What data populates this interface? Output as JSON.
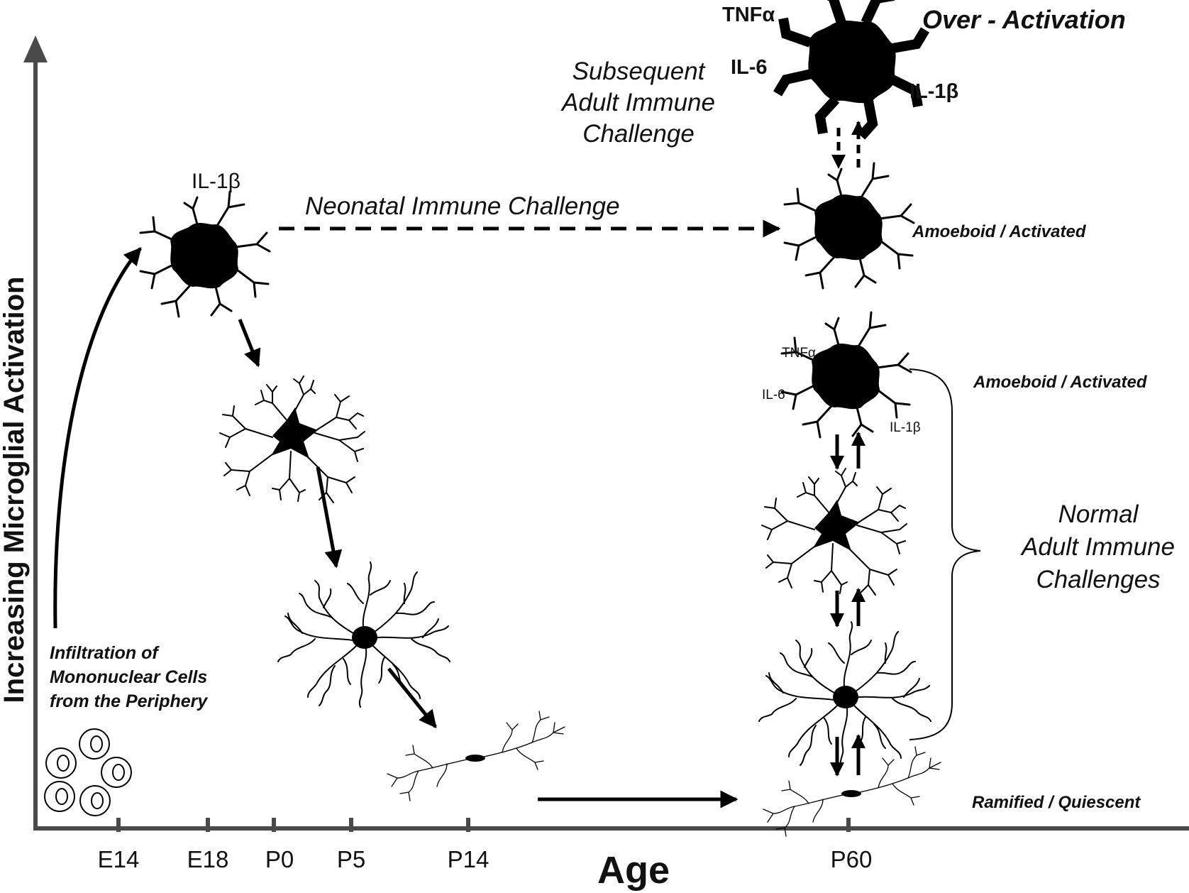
{
  "axes": {
    "y_label": "Increasing Microglial Activation",
    "x_label": "Age",
    "ticks": [
      "E14",
      "E18",
      "P0",
      "P5",
      "P14",
      "P60"
    ]
  },
  "annotations": {
    "infiltration": [
      "Infiltration of",
      "Mononuclear Cells",
      "from the Periphery"
    ],
    "neonatal": "Neonatal Immune Challenge",
    "subsequent": [
      "Subsequent",
      "Adult Immune",
      "Challenge"
    ],
    "over_activation": "Over - Activation",
    "normal": [
      "Normal",
      "Adult Immune",
      "Challenges"
    ]
  },
  "states": {
    "amoeboid_top": "Amoeboid / Activated",
    "amoeboid_mid": "Amoeboid / Activated",
    "ramified": "Ramified / Quiescent"
  },
  "cytokines": {
    "il1b_early": "IL-1β",
    "tnfa_over": "TNFα",
    "il6_over": "IL-6",
    "il1b_over": "IL-1β",
    "tnfa_normal": "TNFα",
    "il6_normal": "IL-6",
    "il1b_normal": "IL-1β"
  }
}
